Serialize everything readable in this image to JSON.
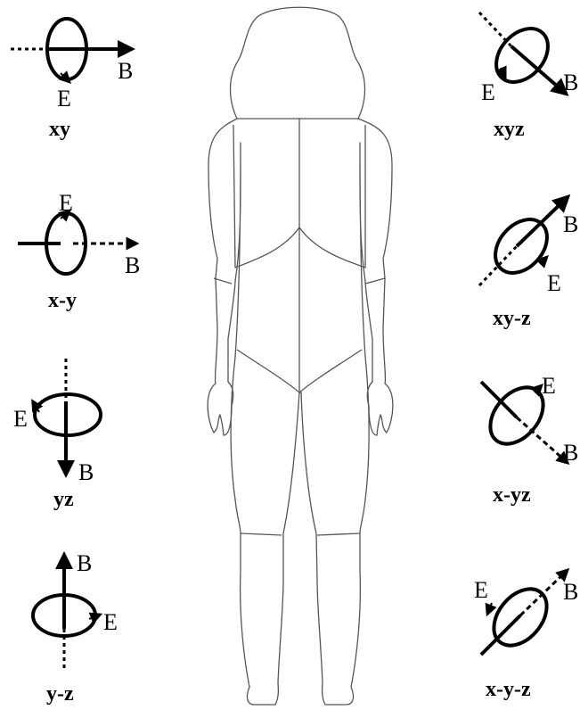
{
  "colors": {
    "ink": "#000000",
    "outline": "#555555",
    "background": "#ffffff"
  },
  "icons": {
    "figure": "human-body-outline-icon",
    "polarization": "field-orientation-icon"
  },
  "orientations": [
    {
      "caption": "xy",
      "e_label": "E",
      "b_label": "B"
    },
    {
      "caption": "x-y",
      "e_label": "E",
      "b_label": "B"
    },
    {
      "caption": "yz",
      "e_label": "E",
      "b_label": "B"
    },
    {
      "caption": "y-z",
      "e_label": "E",
      "b_label": "B"
    },
    {
      "caption": "xyz",
      "e_label": "E",
      "b_label": "B"
    },
    {
      "caption": "xy-z",
      "e_label": "E",
      "b_label": "B"
    },
    {
      "caption": "x-yz",
      "e_label": "E",
      "b_label": "B"
    },
    {
      "caption": "x-y-z",
      "e_label": "E",
      "b_label": "B"
    }
  ]
}
